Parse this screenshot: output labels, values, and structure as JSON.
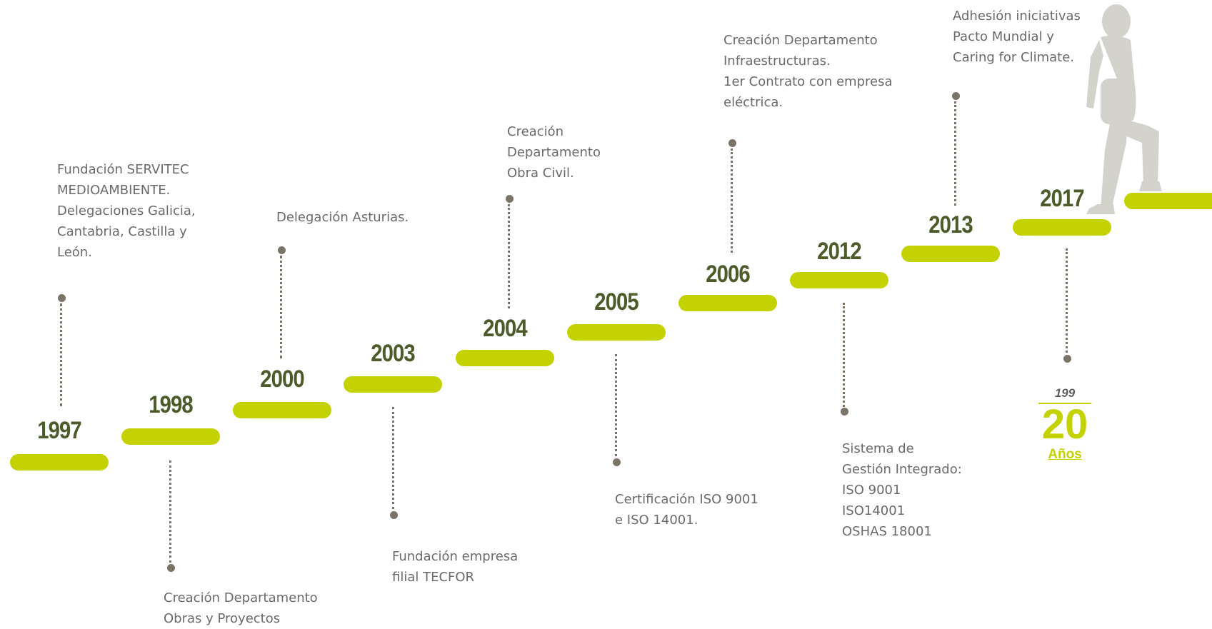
{
  "milestones": [
    {
      "year": "1997",
      "description": [
        "Fundación SERVITEC",
        "MEDIOAMBIENTE.",
        "Delegaciones Galicia,",
        "Cantabria, Castilla y",
        "León."
      ]
    },
    {
      "year": "1998",
      "description": [
        "Creación Departamento",
        "Obras y Proyectos"
      ]
    },
    {
      "year": "2000",
      "description": [
        "Delegación Asturias."
      ]
    },
    {
      "year": "2003",
      "description": [
        "Fundación empresa",
        "filial TECFOR"
      ]
    },
    {
      "year": "2004",
      "description": [
        "Creación",
        "Departamento",
        "Obra Civil."
      ]
    },
    {
      "year": "2005",
      "description": [
        "Certificación ISO 9001",
        "e ISO 14001."
      ]
    },
    {
      "year": "2006",
      "description": [
        "Creación Departamento",
        "Infraestructuras.",
        "1er  Contrato con empresa",
        "eléctrica."
      ]
    },
    {
      "year": "2012",
      "description": [
        "Sistema de",
        "Gestión Integrado:",
        "ISO 9001",
        "ISO14001",
        "OSHAS 18001"
      ]
    },
    {
      "year": "2013",
      "description": [
        "Adhesión iniciativas",
        "Pacto Mundial y",
        "Caring for Climate."
      ]
    },
    {
      "year": "2017",
      "description": []
    }
  ],
  "anniversary": {
    "top": "199",
    "number": "20",
    "label": "Años"
  },
  "colors": {
    "accent": "#c3d200",
    "year_text": "#4d5a2a",
    "connector": "#7b7466",
    "body_text": "#6a6a6a",
    "silhouette": "#d3d3cb"
  },
  "icons": {
    "figure": "person-climbing-stairs-silhouette"
  }
}
